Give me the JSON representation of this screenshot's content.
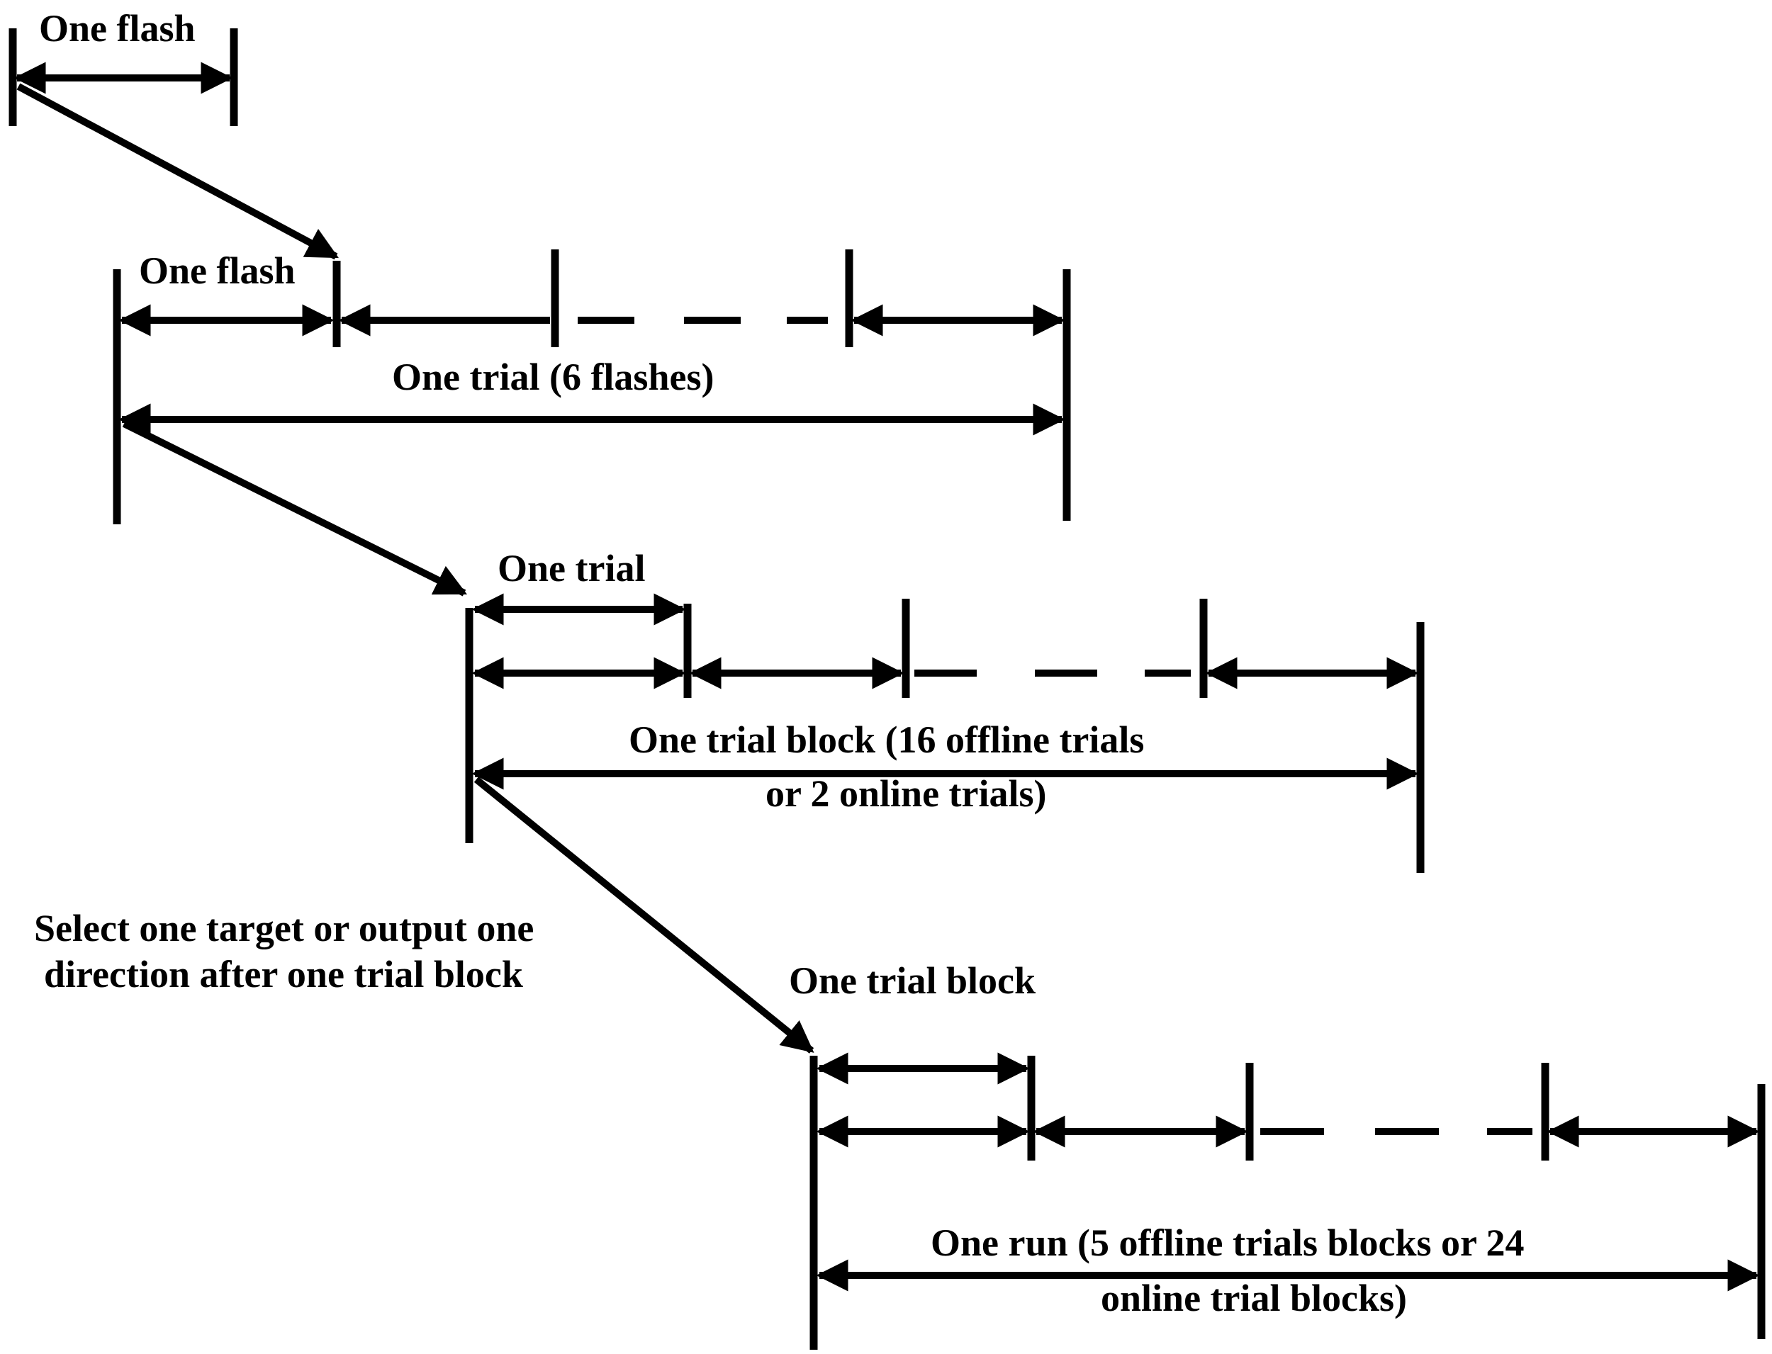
{
  "level1": {
    "flash_label": "One flash"
  },
  "level2": {
    "flash_label": "One flash",
    "trial_label": "One trial (6 flashes)"
  },
  "level3": {
    "trial_label": "One trial",
    "block_label_line1": "One trial block (16 offline trials",
    "block_label_line2": "or 2 online trials)"
  },
  "note": {
    "line1": "Select one target or output one",
    "line2": "direction after one trial block"
  },
  "level4": {
    "block_label": "One trial block",
    "run_label_line1": "One run (5 offline trials blocks or 24",
    "run_label_line2": "online trial blocks)"
  },
  "colors": {
    "ink": "#000000",
    "background": "#ffffff"
  }
}
